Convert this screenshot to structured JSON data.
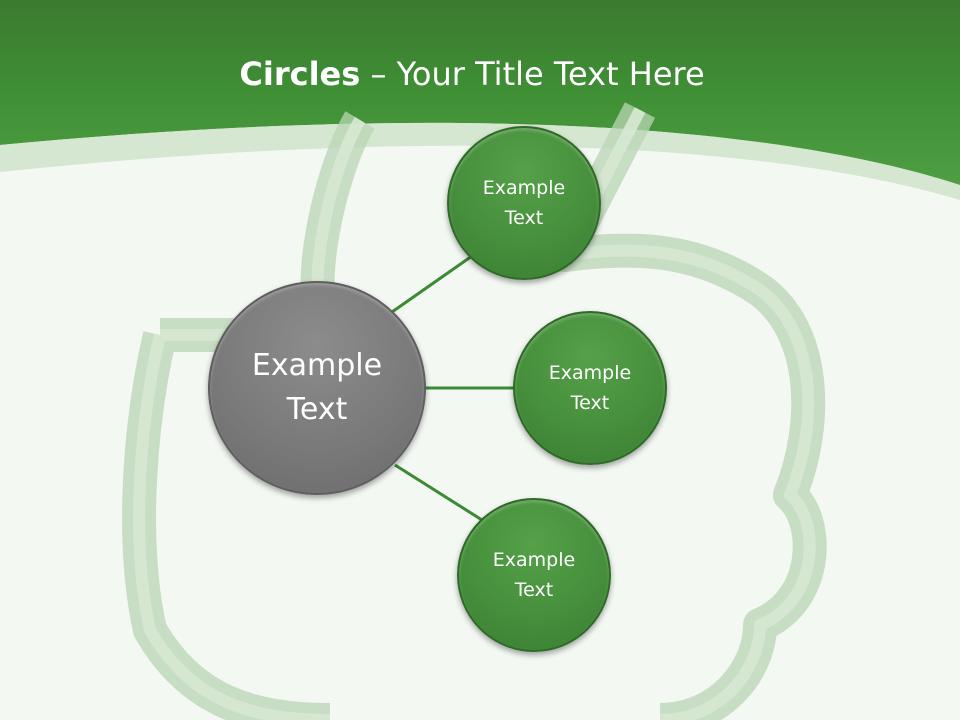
{
  "slide": {
    "title_bold": "Circles",
    "title_dash": " – ",
    "title_rest": "Your Title Text Here"
  },
  "diagram": {
    "center": {
      "label": "Example\nText"
    },
    "satellites": [
      {
        "label": "Example\nText"
      },
      {
        "label": "Example\nText"
      },
      {
        "label": "Example\nText"
      }
    ]
  },
  "colors": {
    "header_green": "#3f8f35",
    "satellite_green": "#468f3c",
    "center_gray": "#7a7a7a",
    "connector_green": "#3b8a34",
    "background": "#f3f8f2"
  },
  "icons": [
    "thumbs-up-outline-icon"
  ]
}
